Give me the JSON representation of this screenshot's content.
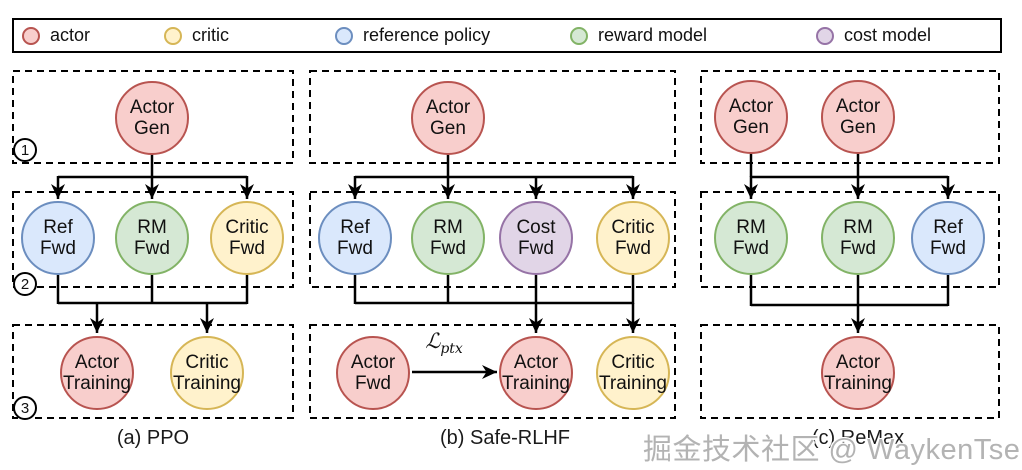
{
  "legend": {
    "items": {
      "actor": {
        "label": "actor",
        "fill": "#F8CECC",
        "stroke": "#B85450"
      },
      "critic": {
        "label": "critic",
        "fill": "#FFF2CC",
        "stroke": "#D6B656"
      },
      "reference_policy": {
        "label": "reference policy",
        "fill": "#DAE8FC",
        "stroke": "#6C8EBF"
      },
      "reward_model": {
        "label": "reward model",
        "fill": "#D5E8D4",
        "stroke": "#82B366"
      },
      "cost_model": {
        "label": "cost model",
        "fill": "#E1D5E7",
        "stroke": "#9673A6"
      }
    }
  },
  "stages": {
    "s1": "1",
    "s2": "2",
    "s3": "3"
  },
  "panels": {
    "a": {
      "caption": "(a) PPO",
      "nodes": {
        "actor_gen": {
          "l1": "Actor",
          "l2": "Gen"
        },
        "ref_fwd": {
          "l1": "Ref",
          "l2": "Fwd"
        },
        "rm_fwd": {
          "l1": "RM",
          "l2": "Fwd"
        },
        "critic_fwd": {
          "l1": "Critic",
          "l2": "Fwd"
        },
        "actor_training": {
          "l1": "Actor",
          "l2": "Training"
        },
        "critic_training": {
          "l1": "Critic",
          "l2": "Training"
        }
      }
    },
    "b": {
      "caption": "(b) Safe-RLHF",
      "loss_label": {
        "script": "ℒ",
        "sub": "ptx"
      },
      "nodes": {
        "actor_gen": {
          "l1": "Actor",
          "l2": "Gen"
        },
        "ref_fwd": {
          "l1": "Ref",
          "l2": "Fwd"
        },
        "rm_fwd": {
          "l1": "RM",
          "l2": "Fwd"
        },
        "cost_fwd": {
          "l1": "Cost",
          "l2": "Fwd"
        },
        "critic_fwd": {
          "l1": "Critic",
          "l2": "Fwd"
        },
        "actor_fwd": {
          "l1": "Actor",
          "l2": "Fwd"
        },
        "actor_training": {
          "l1": "Actor",
          "l2": "Training"
        },
        "critic_training": {
          "l1": "Critic",
          "l2": "Training"
        }
      }
    },
    "c": {
      "caption": "(c) ReMax",
      "nodes": {
        "actor_gen_1": {
          "l1": "Actor",
          "l2": "Gen"
        },
        "actor_gen_2": {
          "l1": "Actor",
          "l2": "Gen"
        },
        "rm_fwd_1": {
          "l1": "RM",
          "l2": "Fwd"
        },
        "rm_fwd_2": {
          "l1": "RM",
          "l2": "Fwd"
        },
        "ref_fwd": {
          "l1": "Ref",
          "l2": "Fwd"
        },
        "actor_training": {
          "l1": "Actor",
          "l2": "Training"
        }
      }
    }
  },
  "watermark": "掘金技术社区 @ WaykenTse"
}
